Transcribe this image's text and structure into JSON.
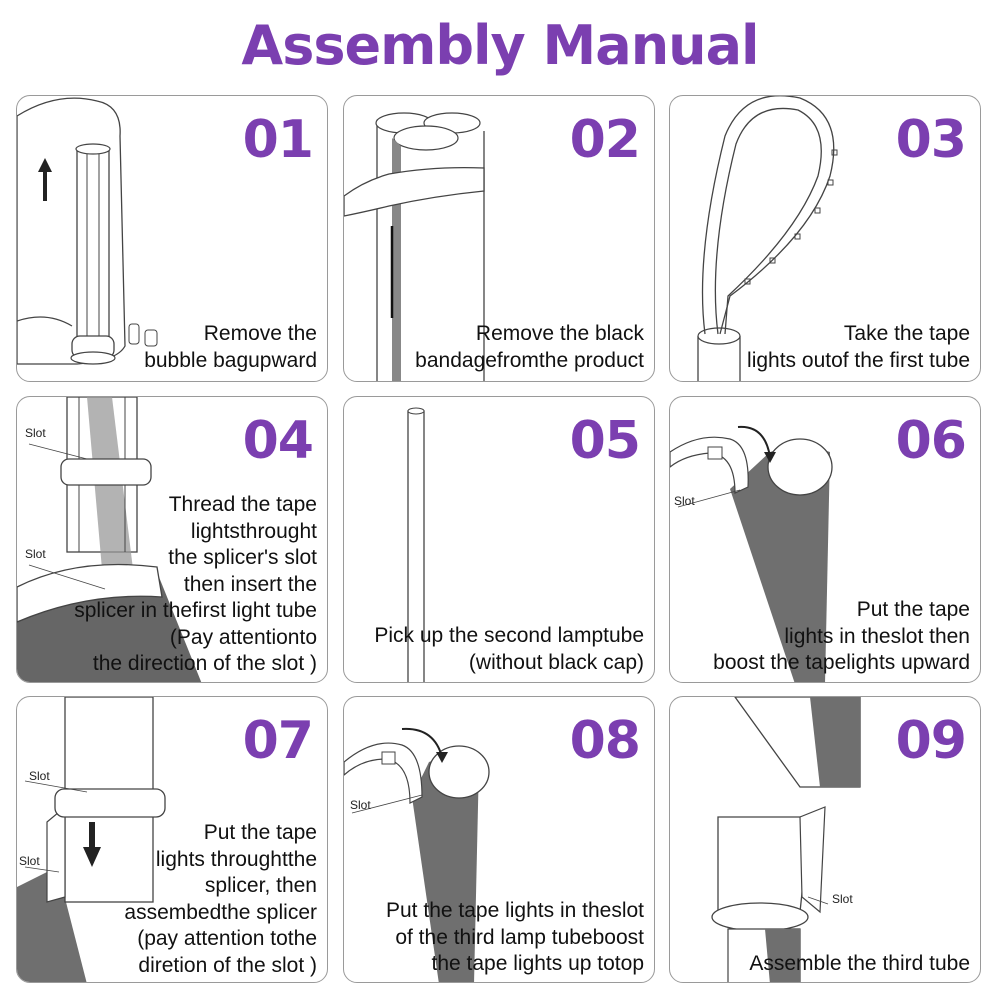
{
  "title": "Assembly Manual",
  "steps": [
    {
      "num": "01",
      "lines": [
        "Remove the",
        "bubble bagupward"
      ]
    },
    {
      "num": "02",
      "lines": [
        "Remove the black",
        "bandagefromthe product"
      ]
    },
    {
      "num": "03",
      "lines": [
        "Take the tape",
        "lights outof the first tube"
      ]
    },
    {
      "num": "04",
      "lines": [
        "Thread the tape",
        "lightsthrought",
        "the splicer's slot",
        "then insert the",
        "splicer in thefirst light tube",
        "(Pay attentionto",
        "the direction of the slot )"
      ],
      "callouts": [
        "Slot",
        "Slot"
      ]
    },
    {
      "num": "05",
      "lines": [
        "Pick up the second lamptube",
        "(without black cap)"
      ]
    },
    {
      "num": "06",
      "lines": [
        "Put the tape",
        "lights in theslot then",
        "boost the tapelights upward"
      ],
      "callouts": [
        "Slot"
      ]
    },
    {
      "num": "07",
      "lines": [
        "Put the tape",
        "lights throughtthe",
        "splicer, then",
        "assembedthe splicer",
        "(pay attention tothe",
        "diretion of the slot )"
      ],
      "callouts": [
        "Slot",
        "Slot"
      ]
    },
    {
      "num": "08",
      "lines": [
        "Put the tape lights in theslot",
        "of the third lamp tubeboost",
        "the tape lights up totop"
      ],
      "callouts": [
        "Slot"
      ]
    },
    {
      "num": "09",
      "lines": [
        "Assemble the third tube"
      ],
      "callouts": [
        "Slot"
      ]
    }
  ],
  "colors": {
    "accent": "#7b3fb0",
    "border": "#9a9a9a",
    "tube_dark": "#6f6f6f"
  }
}
